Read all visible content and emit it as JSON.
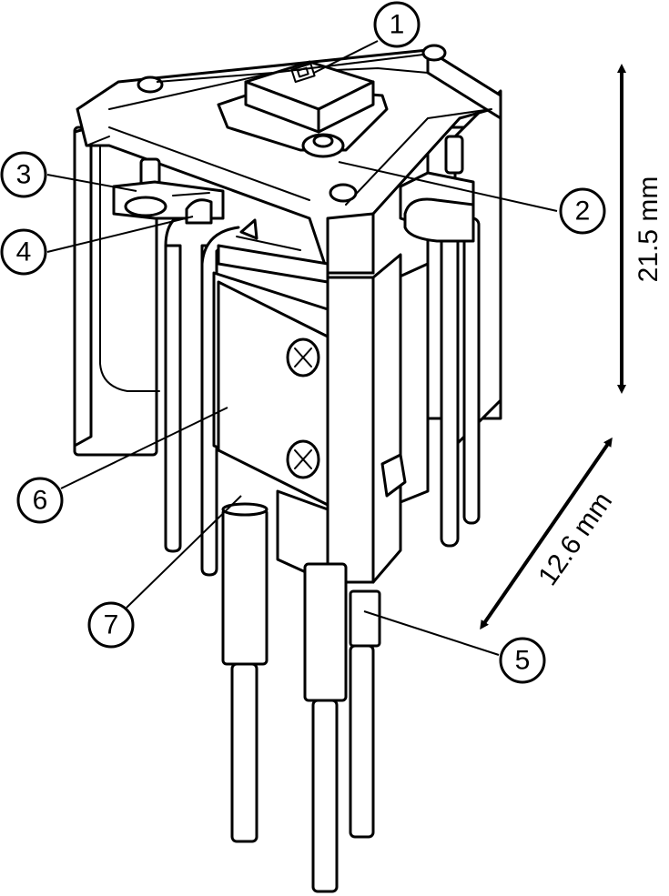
{
  "callouts": [
    "1",
    "2",
    "3",
    "4",
    "5",
    "6",
    "7"
  ],
  "dimensions": {
    "height": "21.5 mm",
    "width": "12.6 mm"
  }
}
